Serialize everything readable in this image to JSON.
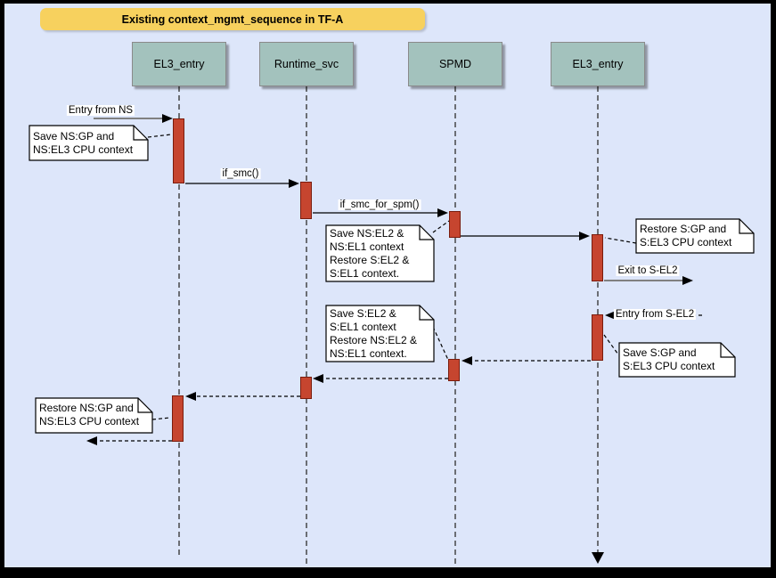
{
  "title": "Existing context_mgmt_sequence in TF-A",
  "lifelines": [
    {
      "label": "EL3_entry"
    },
    {
      "label": "Runtime_svc"
    },
    {
      "label": "SPMD"
    },
    {
      "label": "EL3_entry"
    }
  ],
  "messages": {
    "entry_from_ns": "Entry from NS",
    "if_smc": "if_smc()",
    "if_smc_for_spm": "if_smc_for_spm()",
    "exit_to_s_el2": "Exit to S-EL2",
    "entry_from_s_el2": "Entry from S-EL2"
  },
  "notes": {
    "save_ns_gp": "Save NS:GP and\nNS:EL3 CPU context",
    "save_ns_el2": "Save NS:EL2 &\nNS:EL1 context\nRestore S:EL2 &\nS:EL1 context.",
    "restore_s_gp": "Restore S:GP and\nS:EL3 CPU context",
    "save_s_gp": "Save S:GP and\nS:EL3 CPU context",
    "save_s_el2": "Save S:EL2 &\nS:EL1 context\nRestore NS:EL2 &\nNS:EL1 context.",
    "restore_ns_gp": "Restore NS:GP and\nNS:EL3 CPU context"
  },
  "colors": {
    "background": "#dde6fa",
    "frame": "#000000",
    "title_bg": "#f7d15e",
    "lifeline_box_fill": "#a3c2bd",
    "activation_fill": "#c6452f",
    "activation_border": "#7a1c0d",
    "note_fill": "#ffffff",
    "sync_arrow": "#000000",
    "gateway_arrow": "#808080"
  }
}
